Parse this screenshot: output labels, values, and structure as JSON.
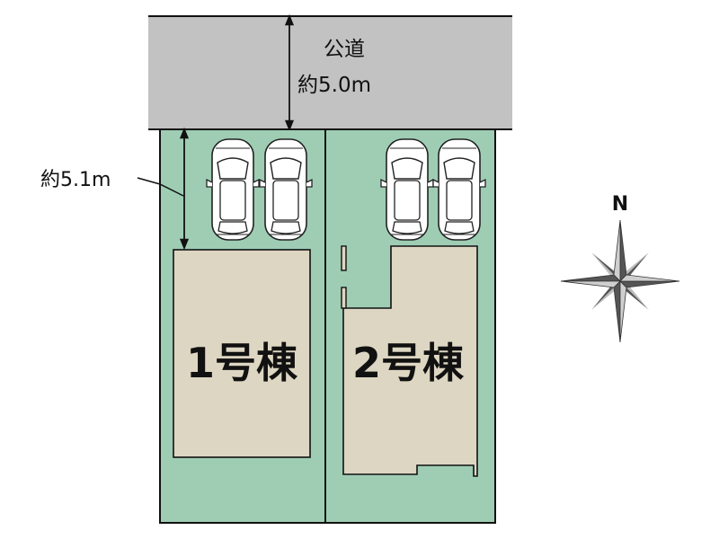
{
  "road": {
    "name": "公道",
    "width": "約5.0m"
  },
  "setback_label": "約5.1m",
  "lots": [
    {
      "building_label": "1号棟"
    },
    {
      "building_label": "2号棟"
    }
  ],
  "compass": {
    "north": "N"
  },
  "parking_spaces": 4,
  "colors": {
    "road": "#c2c2c2",
    "lot": "#9ecdb4",
    "building": "#ddd6c2",
    "outline": "#111111",
    "car": "#ffffff",
    "compass_dark": "#555555",
    "compass_light": "#bdbdbd"
  }
}
